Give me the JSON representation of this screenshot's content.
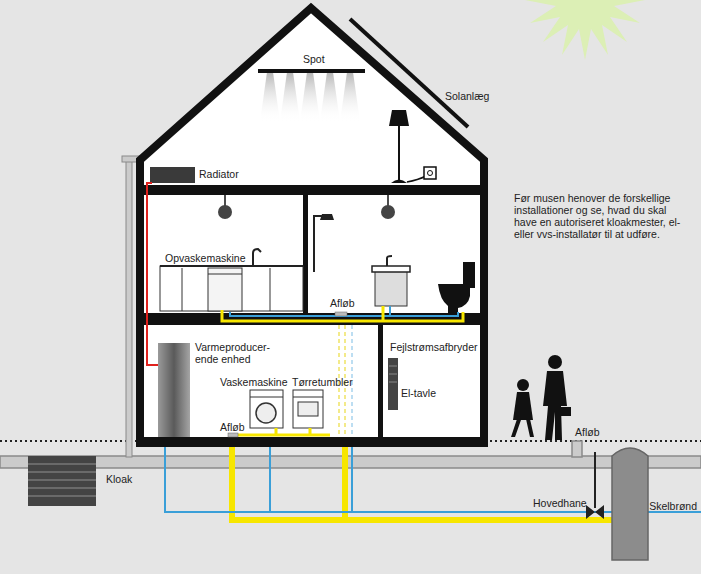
{
  "diagram": {
    "labels": [
      "Spot",
      "Solanlæg",
      "Radiator",
      "Opvaskemaskine",
      "Afløb",
      "Varmeproducer- ende enhed",
      "Vaskemaskine",
      "Tørretumbler",
      "Afløb",
      "Fejlstrømsafbryder",
      "El-tavle",
      "Afløb",
      "Kloak",
      "Hovedhane",
      "Skelbrønd",
      "Før musen henover de forskellige installationer og se, hvad du skal have en autoriseret kloakmester, el- eller vvs-installatør til at udføre."
    ]
  }
}
